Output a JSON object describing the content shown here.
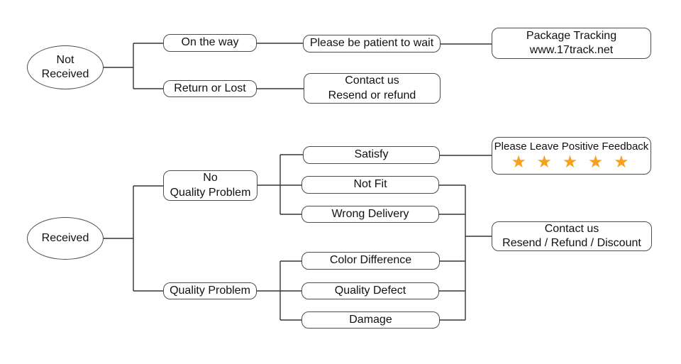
{
  "colors": {
    "line": "#333333",
    "box_border": "#4d4d4d",
    "text": "#111111",
    "star": "#F7A01B",
    "background": "#ffffff"
  },
  "nodes": {
    "not_received": {
      "line1": "Not",
      "line2": "Received"
    },
    "received": {
      "line1": "Received"
    },
    "on_the_way": {
      "line1": "On the way"
    },
    "return_or_lost": {
      "line1": "Return or Lost"
    },
    "please_be_patient": {
      "line1": "Please be patient to wait"
    },
    "package_tracking": {
      "line1": "Package Tracking",
      "line2": "www.17track.net"
    },
    "contact_us_top": {
      "line1": "Contact us",
      "line2": "Resend or refund"
    },
    "no_quality_problem": {
      "line1": "No",
      "line2": "Quality Problem"
    },
    "quality_problem": {
      "line1": "Quality Problem"
    },
    "satisfy": {
      "line1": "Satisfy"
    },
    "not_fit": {
      "line1": "Not Fit"
    },
    "wrong_delivery": {
      "line1": "Wrong Delivery"
    },
    "color_difference": {
      "line1": "Color Difference"
    },
    "quality_defect": {
      "line1": "Quality Defect"
    },
    "damage": {
      "line1": "Damage"
    },
    "positive_feedback": {
      "line1": "Please Leave Positive Feedback",
      "stars": "★ ★ ★ ★ ★"
    },
    "contact_us_bottom": {
      "line1": "Contact us",
      "line2": "Resend / Refund / Discount"
    }
  }
}
